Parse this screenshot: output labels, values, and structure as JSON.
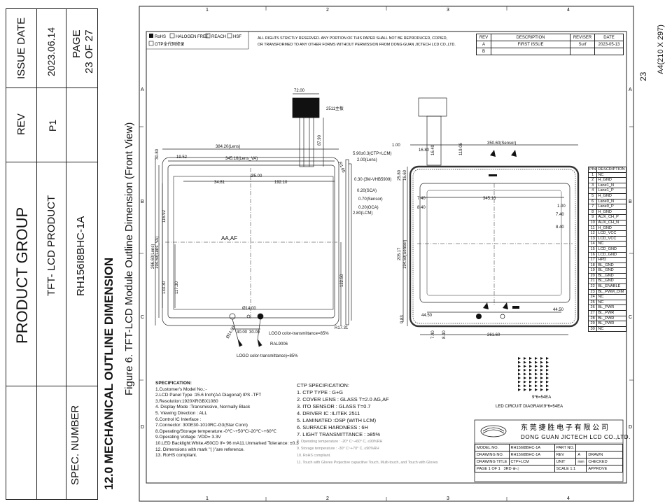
{
  "sidebar": {
    "issue_date_label": "ISSUE DATE",
    "issue_date": "2023.06.14",
    "page_label": "PAGE",
    "page_of": "23   OF 27",
    "rev_label": "REV",
    "rev": "P1",
    "group_label": "PRODUCT  GROUP",
    "group": "TFT- LCD PRODUCT",
    "part": "RH156I8BHC-1A",
    "spec_label": "SPEC.  NUMBER"
  },
  "section_title": "12.0  MECHANICAL OUTLINE DIMENSION",
  "figure_caption": "Figure 6.  TFT-LCD Module Outline Dimension (Front View)",
  "page_number_right": "23",
  "paper_size": "A4(210 X 297)",
  "grid": {
    "cols": [
      "1",
      "2",
      "3",
      "4"
    ],
    "rows": [
      "A",
      "B",
      "C",
      "D"
    ]
  },
  "header": {
    "checks": [
      "RoHS",
      "HALOGEN FREE",
      "REACH",
      "HSF"
    ],
    "otp": "OTP全代码修录",
    "notice_line1": "ALL RIGHTS STRICTLY RESERVED. ANY PORTION OF THIS PAPER SHALL NOT BE REPRODUCED, COPIED,",
    "notice_line2": "OR TRANSFORMED TO ANY OTHER FORMS WITHOUT PERMISSION FROM DONG GUAN JICTECH LCD CO.,LTD."
  },
  "revision_table": {
    "headers": [
      "REV",
      "DESCRIPTION",
      "REVISER",
      "DATE"
    ],
    "rows": [
      [
        "A",
        "FIRST ISSUE",
        "Surf",
        "2023-05-13"
      ],
      [
        "B",
        "",
        "",
        ""
      ]
    ]
  },
  "front_view": {
    "lens_width": "384.20(Lens)",
    "va_width": "345.16(Lens_VA)",
    "aa_width": "192.10",
    "left_offset": "19.52",
    "top_offset": "30.80",
    "fpc_width": "72.00",
    "fpc_label": "2511主板",
    "fpc_len": "87.90",
    "thickness_1": "5.90±0.3(CTP+LCM)",
    "thickness_2": "2.00(Lens)",
    "r_corner": "R1.65",
    "layer_1": "0.30 (3M-VHB5909)",
    "layer_2": "0.20(SCA)",
    "layer_3": "0.70(Sensor)",
    "layer_4": "0.20(OCA)",
    "layer_5": "2.80(LCM)",
    "hole_dim": "34.81",
    "hole_d": "Ø5.00",
    "height_lens": "266.60(Lens)",
    "height_va": "194.59(Lens_VA)",
    "h_116": "116.92",
    "h_133": "133.30",
    "h_117": "117.30",
    "h_122": "122.50",
    "aa_label": "AA,AF",
    "r_bottom": "R17.31",
    "bot_d1": "Ø14.00",
    "bot_d2": "Ø14.00",
    "bot_30a": "30.00",
    "bot_30b": "30.00",
    "logo_note": "LOGO color-transmittance=85%",
    "ral": "RAL9006",
    "logo_note2": "LOGO color-transmittance)=85%"
  },
  "back_view": {
    "w_sensor": "350.60(Sensor)",
    "d100": "1.00",
    "d1680": "16.80",
    "d1640": "16.40",
    "d119": "119.06",
    "d25": "25.80",
    "d16": "16.60",
    "d740": "7.40",
    "d840": "8.40",
    "w345": "345.16",
    "d100r": "1.00",
    "d740r": "7.40",
    "d840r": "8.40",
    "h205": "205.17",
    "h194": "194.59(Sensor)",
    "d4450a": "44.50",
    "d4450b": "44.50",
    "d983": "9.83",
    "d740b": "7.40",
    "d840b": "8.40",
    "w261": "261.60"
  },
  "pin_table": {
    "headers": [
      "PIN",
      "DESCRIPTION"
    ],
    "rows": [
      [
        "1",
        "NC"
      ],
      [
        "2",
        "H_GND"
      ],
      [
        "3",
        "Lane1_N"
      ],
      [
        "4",
        "Lane1_P"
      ],
      [
        "5",
        "H_GND"
      ],
      [
        "6",
        "Lane0_N"
      ],
      [
        "7",
        "Lane0_P"
      ],
      [
        "8",
        "H_GND"
      ],
      [
        "9",
        "AUX_CH_P"
      ],
      [
        "10",
        "AUX_CH_N"
      ],
      [
        "11",
        "H_GND"
      ],
      [
        "12",
        "LCD_VCC"
      ],
      [
        "13",
        "LCD_VCC"
      ],
      [
        "14",
        "NC"
      ],
      [
        "15",
        "LCD_GND"
      ],
      [
        "16",
        "LCD_GND"
      ],
      [
        "17",
        "HPD"
      ],
      [
        "18",
        "BL_GND"
      ],
      [
        "19",
        "BL_GND"
      ],
      [
        "20",
        "BL_GND"
      ],
      [
        "21",
        "BL_GND"
      ],
      [
        "22",
        "BL_ENABLE"
      ],
      [
        "23",
        "BL_PWM_DIM"
      ],
      [
        "24",
        "NC"
      ],
      [
        "25",
        "NC"
      ],
      [
        "26",
        "BL_PWR"
      ],
      [
        "27",
        "BL_PWR"
      ],
      [
        "28",
        "BL_PWR"
      ],
      [
        "29",
        "BL_PWR"
      ],
      [
        "30",
        "NC"
      ]
    ]
  },
  "led_circuit": {
    "grid_label": "9*6=54EA",
    "caption": "LED CIRCUIT DIAGRAM:9*6=54EA"
  },
  "specification": {
    "title": "SPECIFICATION:",
    "lines": [
      "1.Customer's Model No.:-",
      "2.LCD Panel Type :15.6 Inch(AA Diagonal) IPS -TFT",
      "3.Resolution:1920XRGBX1080",
      "4. Display Mode :Transmissive, Normally Black",
      "5. Viewing Direction : ALL",
      "6.Control IC Interface :",
      "7.Connector: 300E30-1010RC-G3(Star Conn)",
      "8.Operating/Storage temperature:-0℃~+50℃/-20℃~+60℃",
      "9.Operating Voltage :VDD= 3.3V",
      "10.LED Backlight:White,450CD If= 96 mA11.Unmarked Tolerance: ±0.3",
      "12. Dimensions with mark \"( )\"are reference.",
      "13. RoHS compliant."
    ]
  },
  "ctp_specification": {
    "title": "CTP SPECIFICATION:",
    "lines": [
      "1. CTP TYPE : G+G",
      "2. COVER LENS : GLASS T=2.0 AG,AF",
      "3. ITO SENSOR : GLASS T=0.7",
      "4. DRIVER IC :ILITEK 2511",
      "5. LAMINATED :OSP (WITH LCM)",
      "6. SURFACE HARDNESS : 6H",
      "7. LIGHT TRANSMITTANCE : ≥85%"
    ],
    "grey_lines": [
      "8. Operating temperature : -20° C~+60° C, ≤90%RH",
      "9. Storage temperature : -30° C~+70° C, ≤90%RH",
      "10. RoHS compliant.",
      "11. Touch with Gloves Projective capacitive Touch, Multi-touch, and Touch with Gloves"
    ]
  },
  "title_block": {
    "company_cn": "东 莞 捷 胜 电 子 有 限 公 司",
    "company_en": "DONG GUAN JICTECH LCD CO.,LTD.",
    "model_label": "MODEL NO.",
    "model": "RH156I8BHC-1A",
    "part_label": "PART NO.",
    "drawing_label": "DRAWING NO.",
    "drawing": "RH156I8BHC-1A",
    "rev_label": "REV",
    "rev": "A",
    "drawn_label": "DRAWN",
    "title_label": "DRAWING TITLE",
    "title": "CTP+LCM",
    "unit_label": "UNIT",
    "unit": "mm",
    "checked_label": "CHECKED",
    "page": "PAGE 1 OF 1",
    "angle": "3RD",
    "scale": "SCALE 1:1",
    "approve_label": "APPROVE"
  }
}
